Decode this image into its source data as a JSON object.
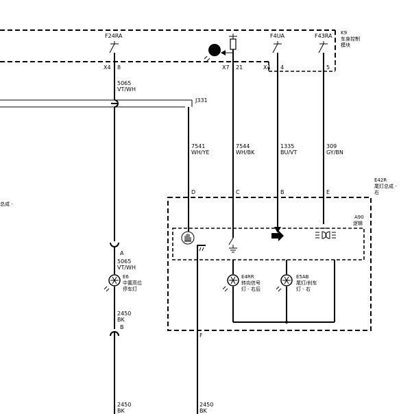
{
  "modules": {
    "bcm": {
      "id": "K9",
      "name_line1": "车身控制",
      "name_line2": "模块"
    },
    "tail_lamp": {
      "id": "E42R",
      "name_line1": "尾灯总成 -",
      "name_line2": "右"
    },
    "logic": {
      "id": "A90",
      "name": "逻辑"
    },
    "left_cut": "总成 -"
  },
  "switches": {
    "f24ra": "F24RA",
    "f4ua": "F4UA",
    "f43ra": "F43RA"
  },
  "pins": {
    "x4_a": "X4",
    "pin_8": "8",
    "x7": "X7",
    "pin_21": "21",
    "x4_b": "X4",
    "pin_4": "4",
    "pin_5": "5",
    "conn_d": "D",
    "conn_c": "C",
    "conn_b": "B",
    "conn_e": "E",
    "conn_f": "F",
    "conn_a": "A",
    "conn_b2": "B"
  },
  "splice": "J331",
  "wires": {
    "w5065_top": {
      "num": "5065",
      "color": "VT/WH"
    },
    "w7541": {
      "num": "7541",
      "color": "WH/YE"
    },
    "w7544": {
      "num": "7544",
      "color": "WH/BK"
    },
    "w1335": {
      "num": "1335",
      "color": "BU/VT"
    },
    "w309": {
      "num": "309",
      "color": "GY/BN"
    },
    "w5065_e6": {
      "num": "5065",
      "color": "VT/WH"
    },
    "w2450_e6": {
      "num": "2450",
      "color": "BK"
    },
    "w2450_left": {
      "num": "2450",
      "color": "BK"
    },
    "w2450_right": {
      "num": "2450",
      "color": "BK"
    }
  },
  "lamps": {
    "e6": {
      "id": "E6",
      "line1": "中置高位",
      "line2": "停车灯"
    },
    "e4rr": {
      "id": "E4RR",
      "line1": "转向信号",
      "line2": "灯 - 右后"
    },
    "e5ab": {
      "id": "E5AB",
      "line1": "尾灯/刹车",
      "line2": "灯 - 右"
    }
  }
}
